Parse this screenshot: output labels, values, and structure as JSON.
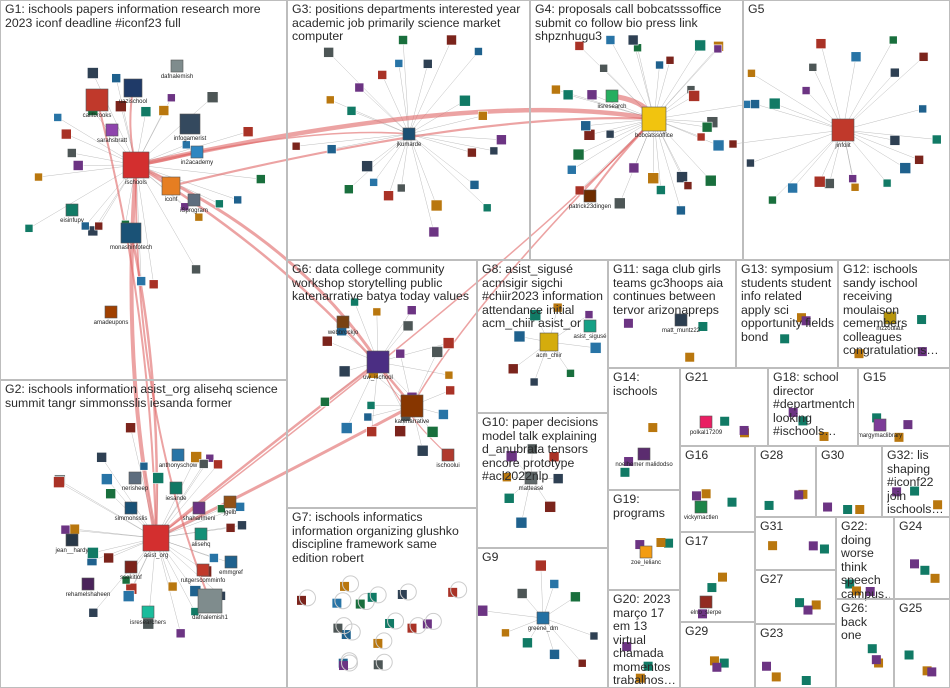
{
  "groups": [
    {
      "id": "G1",
      "title": "G1: ischools papers information research more 2023 iconf deadline #iconf23 full"
    },
    {
      "id": "G2",
      "title": "G2: ischools information asist_org alisehq science summit tangr simmonsslis iesanda former"
    },
    {
      "id": "G3",
      "title": "G3: positions departments interested year academic job primarily science market computer"
    },
    {
      "id": "G4",
      "title": "G4: proposals call bobcatsssoffice submit co follow bio press link shpznhugu3"
    },
    {
      "id": "G5",
      "title": "G5"
    },
    {
      "id": "G6",
      "title": "G6: data college community workshop storytelling public katenarrative batya today values"
    },
    {
      "id": "G7",
      "title": "G7: ischools informatics information organizing glushko discipline framework same edition robert"
    },
    {
      "id": "G8",
      "title": "G8: asist_sigusé acmsigir sigchi #chiir2023 information attendance initial acm_chiir asist_or"
    },
    {
      "id": "G9",
      "title": "G9"
    },
    {
      "id": "G10",
      "title": "G10: paper decisions model talk explaining d_anubrata tensors encore prototype #acl2022nlp"
    },
    {
      "id": "G11",
      "title": "G11: saga club girls teams gc3hoops aia continues between tervor arizonapreps"
    },
    {
      "id": "G12",
      "title": "G12: ischools sandy ischool receiving moulaison cemembers colleagues congratulations…"
    },
    {
      "id": "G13",
      "title": "G13: symposium students student info related apply sci opportunity fields bond"
    },
    {
      "id": "G14",
      "title": "G14: ischools"
    },
    {
      "id": "G15",
      "title": "G15"
    },
    {
      "id": "G16",
      "title": "G16"
    },
    {
      "id": "G17",
      "title": "G17"
    },
    {
      "id": "G18",
      "title": "G18: school director #departmentch… looking #ischools…"
    },
    {
      "id": "G19",
      "title": "G19: programs"
    },
    {
      "id": "G20",
      "title": "G20: 2023 março 17 em 13 virtual chamada momentos trabalhos…"
    },
    {
      "id": "G21",
      "title": "G21"
    },
    {
      "id": "G22",
      "title": "G22: doing worse think speech campus…"
    },
    {
      "id": "G23",
      "title": "G23"
    },
    {
      "id": "G24",
      "title": "G24"
    },
    {
      "id": "G25",
      "title": "G25"
    },
    {
      "id": "G26",
      "title": "G26: back one"
    },
    {
      "id": "G27",
      "title": "G27"
    },
    {
      "id": "G28",
      "title": "G28"
    },
    {
      "id": "G29",
      "title": "G29"
    },
    {
      "id": "G30",
      "title": "G30"
    },
    {
      "id": "G31",
      "title": "G31"
    },
    {
      "id": "G32",
      "title": "G32: lis shaping #iconf22 join ischools…"
    }
  ],
  "nodes": [
    {
      "label": "callfbrooks",
      "group": "G1",
      "color": "#c0392b"
    },
    {
      "label": "uazischool",
      "group": "G1",
      "color": "#1f3a68"
    },
    {
      "label": "dafnalemish",
      "group": "G1",
      "color": "#7f8c8d"
    },
    {
      "label": "sarahsbratt",
      "group": "G1",
      "color": "#8e44ad"
    },
    {
      "label": "infogamerist",
      "group": "G1",
      "color": "#34495e"
    },
    {
      "label": "ischools",
      "group": "G1",
      "color": "#d32f2f"
    },
    {
      "label": "in2academy",
      "group": "G1",
      "color": "#2e86c1"
    },
    {
      "label": "iconf",
      "group": "G1",
      "color": "#e67e22"
    },
    {
      "label": "iSprogram",
      "group": "G1",
      "color": "#5d6d7e"
    },
    {
      "label": "eisinfupv",
      "group": "G1",
      "color": "#117a65"
    },
    {
      "label": "monashinfotech",
      "group": "G1",
      "color": "#1a5276"
    },
    {
      "label": "amadeupons",
      "group": "G1",
      "color": "#a04000"
    },
    {
      "label": "jkumarde",
      "group": "G3",
      "color": "#1b4f72"
    },
    {
      "label": "iisresearch",
      "group": "G4",
      "color": "#27ae60"
    },
    {
      "label": "bobcatssoffice",
      "group": "G4",
      "color": "#f1c40f"
    },
    {
      "label": "patrick23dingen",
      "group": "G4",
      "color": "#6e2c00"
    },
    {
      "label": "jinfolit",
      "group": "G5",
      "color": "#c0392b"
    },
    {
      "label": "webbrockjo",
      "group": "G6",
      "color": "#784212"
    },
    {
      "label": "uw_ischool",
      "group": "G6",
      "color": "#4b2e83"
    },
    {
      "label": "katenarrative",
      "group": "G6",
      "color": "#873600"
    },
    {
      "label": "ischoolui",
      "group": "G6",
      "color": "#b03a2e"
    },
    {
      "label": "acm_chiir",
      "group": "G8",
      "color": "#d4ac0d"
    },
    {
      "label": "asist_sigusé",
      "group": "G8",
      "color": "#16a085"
    },
    {
      "label": "matt_muntz22",
      "group": "G11",
      "color": "#2c3e50"
    },
    {
      "label": "mzzoulaut",
      "group": "G12",
      "color": "#b7950b"
    },
    {
      "label": "noelhemer malidodso",
      "group": "G14",
      "color": "#5b2c6f"
    },
    {
      "label": "polkal17209",
      "group": "G21",
      "color": "#e91e63"
    },
    {
      "label": "margymaclibrary",
      "group": "G15",
      "color": "#7d3c98"
    },
    {
      "label": "matteasé",
      "group": "G10",
      "color": "#616a6b"
    },
    {
      "label": "vickymactlen",
      "group": "G16",
      "color": "#1e8449"
    },
    {
      "label": "zoe_lelianc",
      "group": "G19",
      "color": "#f39c12"
    },
    {
      "label": "greene_dm",
      "group": "G9",
      "color": "#2471a3"
    },
    {
      "label": "elno_slerpe",
      "group": "G17",
      "color": "#922b21"
    },
    {
      "label": "anthonyschow",
      "group": "G2",
      "color": "#2874a6"
    },
    {
      "label": "nerisheep",
      "group": "G2",
      "color": "#5d6d7e"
    },
    {
      "label": "iesande",
      "group": "G2",
      "color": "#117864"
    },
    {
      "label": "shaharlmeni",
      "group": "G2",
      "color": "#6c3483"
    },
    {
      "label": "simmonsslis",
      "group": "G2",
      "color": "#1a5276"
    },
    {
      "label": "jgelb",
      "group": "G2",
      "color": "#935116"
    },
    {
      "label": "jean__hardy",
      "group": "G2",
      "color": "#283747"
    },
    {
      "label": "alisehq",
      "group": "G2",
      "color": "#148f77"
    },
    {
      "label": "asist_org",
      "group": "G2",
      "color": "#d32f2f"
    },
    {
      "label": "ssekitlof",
      "group": "G2",
      "color": "#7b241c"
    },
    {
      "label": "emmgref",
      "group": "G2",
      "color": "#1f618d"
    },
    {
      "label": "rutgerscomminfo",
      "group": "G2",
      "color": "#c0392b"
    },
    {
      "label": "rehamelshaheen",
      "group": "G2",
      "color": "#4a235a"
    },
    {
      "label": "dafnalemish1",
      "group": "G2",
      "color": "#7f8c8d"
    },
    {
      "label": "isresearchers",
      "group": "G2",
      "color": "#1abc9c"
    }
  ],
  "colors": {
    "edge": "#888888",
    "strong_edge": "#e06666",
    "border": "#bdbdbd"
  }
}
